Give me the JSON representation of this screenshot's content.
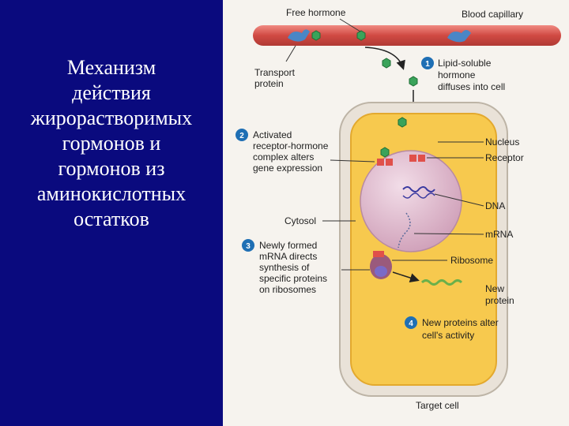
{
  "slide": {
    "title_lines": [
      "Механизм",
      "действия",
      "жирорастворимых",
      "гормонов и",
      "гормонов из",
      "аминокислотных",
      "остатков"
    ]
  },
  "figure": {
    "labels": {
      "free_hormone": "Free hormone",
      "blood_capillary": "Blood capillary",
      "transport_protein": [
        "Transport",
        "protein"
      ],
      "nucleus": "Nucleus",
      "receptor": "Receptor",
      "dna": "DNA",
      "cytosol": "Cytosol",
      "mrna": "mRNA",
      "ribosome": "Ribosome",
      "new_protein": [
        "New",
        "protein"
      ],
      "target_cell": "Target cell"
    },
    "steps": [
      {
        "number": "1",
        "lines": [
          "Lipid-soluble",
          "hormone",
          "diffuses into cell"
        ]
      },
      {
        "number": "2",
        "lines": [
          "Activated",
          "receptor-hormone",
          "complex alters",
          "gene expression"
        ]
      },
      {
        "number": "3",
        "lines": [
          "Newly formed",
          "mRNA directs",
          "synthesis of",
          "specific proteins",
          "on ribosomes"
        ]
      },
      {
        "number": "4",
        "lines": [
          "New proteins alter",
          "cell's activity"
        ]
      }
    ]
  },
  "colors": {
    "left_panel": "#0a0a7e",
    "figure_bg": "#f6f3ee",
    "cell_fill": "#f7c94e",
    "nucleus_fill": "#e0b8cc",
    "capillary": "#d8574f",
    "badge": "#1f6fb4",
    "hormone": "#3aa35a"
  }
}
